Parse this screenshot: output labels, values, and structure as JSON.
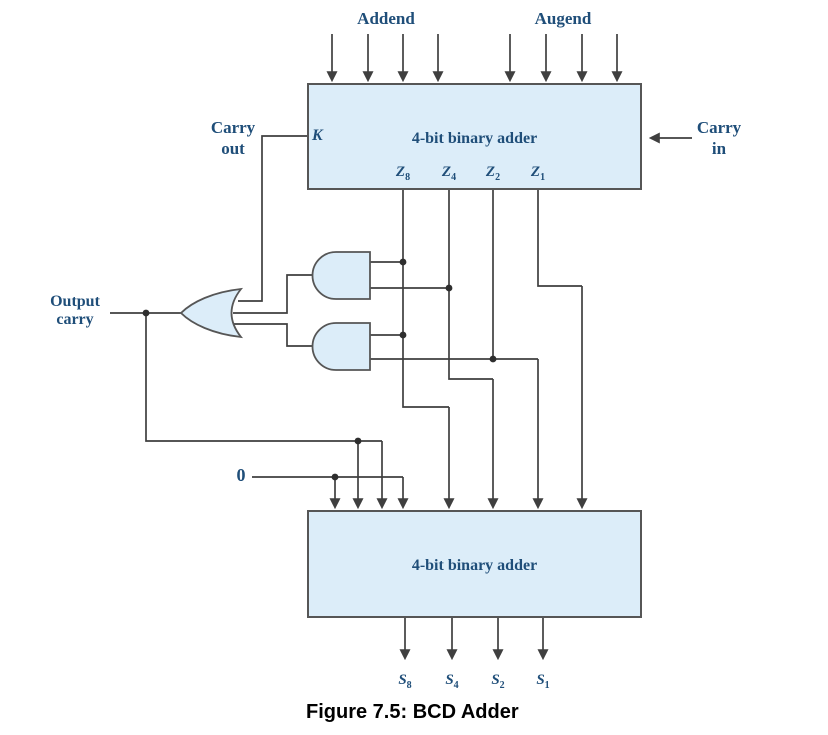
{
  "labels": {
    "addend": "Addend",
    "augend": "Augend",
    "carry_out_line1": "Carry",
    "carry_out_line2": "out",
    "carry_in_line1": "Carry",
    "carry_in_line2": "in",
    "output_carry_line1": "Output",
    "output_carry_line2": "carry",
    "zero": "0"
  },
  "upper_adder": {
    "label": "4-bit binary adder",
    "carry_out_pin": "K",
    "z_outputs": [
      {
        "base": "Z",
        "sub": "8"
      },
      {
        "base": "Z",
        "sub": "4"
      },
      {
        "base": "Z",
        "sub": "2"
      },
      {
        "base": "Z",
        "sub": "1"
      }
    ]
  },
  "lower_adder": {
    "label": "4-bit binary adder",
    "s_outputs": [
      {
        "base": "S",
        "sub": "8"
      },
      {
        "base": "S",
        "sub": "4"
      },
      {
        "base": "S",
        "sub": "2"
      },
      {
        "base": "S",
        "sub": "1"
      }
    ]
  },
  "caption": "Figure 7.5: BCD Adder",
  "colors": {
    "box_fill": "#dcedf9",
    "box_border": "#565656",
    "wire": "#3f3f3f",
    "label_blue": "#1f4e79",
    "caption_black": "#000000"
  }
}
